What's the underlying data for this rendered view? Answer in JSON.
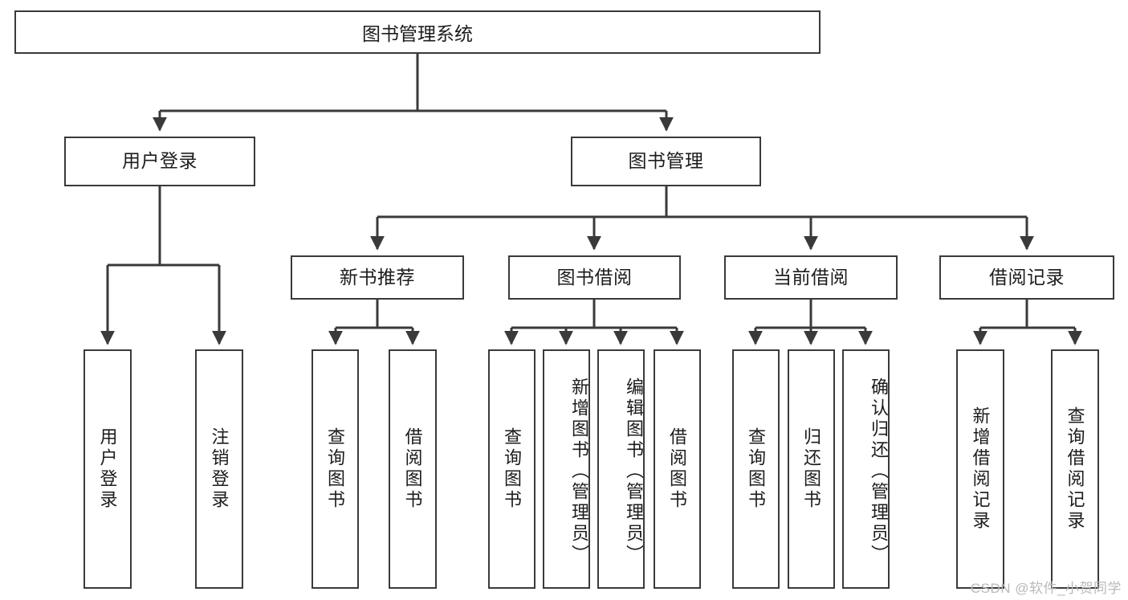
{
  "diagram": {
    "title": "图书管理系统",
    "type": "tree-hierarchy-chart",
    "root": {
      "label": "图书管理系统"
    },
    "level1": [
      {
        "label": "用户登录"
      },
      {
        "label": "图书管理"
      }
    ],
    "level2": [
      {
        "label": "新书推荐"
      },
      {
        "label": "图书借阅"
      },
      {
        "label": "当前借阅"
      },
      {
        "label": "借阅记录"
      }
    ],
    "leaves": {
      "user_login": [
        {
          "label": "用户登录"
        },
        {
          "label": "注销登录"
        }
      ],
      "new_book_recommend": [
        {
          "label": "查询图书"
        },
        {
          "label": "借阅图书"
        }
      ],
      "book_borrow": [
        {
          "label": "查询图书"
        },
        {
          "label": "新增图书（管理员）"
        },
        {
          "label": "编辑图书（管理员）"
        },
        {
          "label": "借阅图书"
        }
      ],
      "current_borrow": [
        {
          "label": "查询图书"
        },
        {
          "label": "归还图书"
        },
        {
          "label": "确认归还（管理员）"
        }
      ],
      "borrow_record": [
        {
          "label": "新增借阅记录"
        },
        {
          "label": "查询借阅记录"
        }
      ]
    },
    "colors": {
      "stroke": "#3a3a3a",
      "fill": "#ffffff",
      "text": "#1c1c1c",
      "watermark": "#b9b9b9"
    }
  },
  "watermark": {
    "text": "CSDN @软件_小贺同学"
  }
}
